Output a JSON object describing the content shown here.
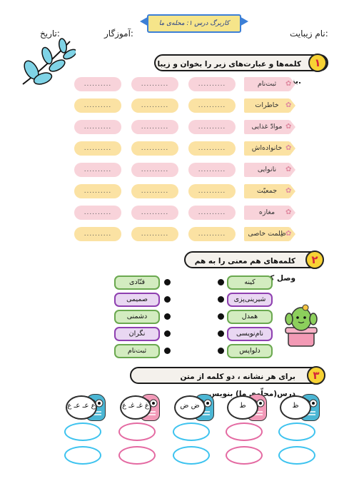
{
  "header": {
    "name_label": "نام زیبایت:",
    "teacher_label": "آموزگار:",
    "date_label": "تاریخ:",
    "banner": "کاربرگ درس ۱: محله‌ی ما"
  },
  "section1": {
    "number": "۱",
    "title": "کلمه‌ها و عبارت‌های زیر را بخوان و زیبا بنویس.",
    "placeholder": "..........",
    "words": [
      "ثبت‌نام",
      "خاطرات",
      "موادّ غذایی",
      "خانواده‌اش",
      "نانوایی",
      "جمعیّت",
      "مغازه",
      "ظِلمت خاصی"
    ]
  },
  "section2": {
    "number": "۲",
    "title": "کلمه‌های هم معنی را به هم وصل کن",
    "left": [
      "قنّادی",
      "صمیمی",
      "دشمنی",
      "نگران",
      "ثبت‌نام"
    ],
    "right": [
      "کینه",
      "شیرینی‌پزی",
      "همدل",
      "نام‌نویسی",
      "دلواپس"
    ]
  },
  "section3": {
    "number": "۳",
    "title": "برای هر نشانه ، دو کلمه از متن درس(محلّه‌ی ما) بنویس",
    "letters": [
      "ظ",
      "ط",
      "ض ض",
      "غ غـ غـ غ",
      "ع عـ عـ ع"
    ]
  },
  "colors": {
    "pink": "#f8d3da",
    "yellow": "#fbe2a3",
    "green": "#6aa84f",
    "purple": "#8e3fb0",
    "blue": "#3ec3ef"
  }
}
